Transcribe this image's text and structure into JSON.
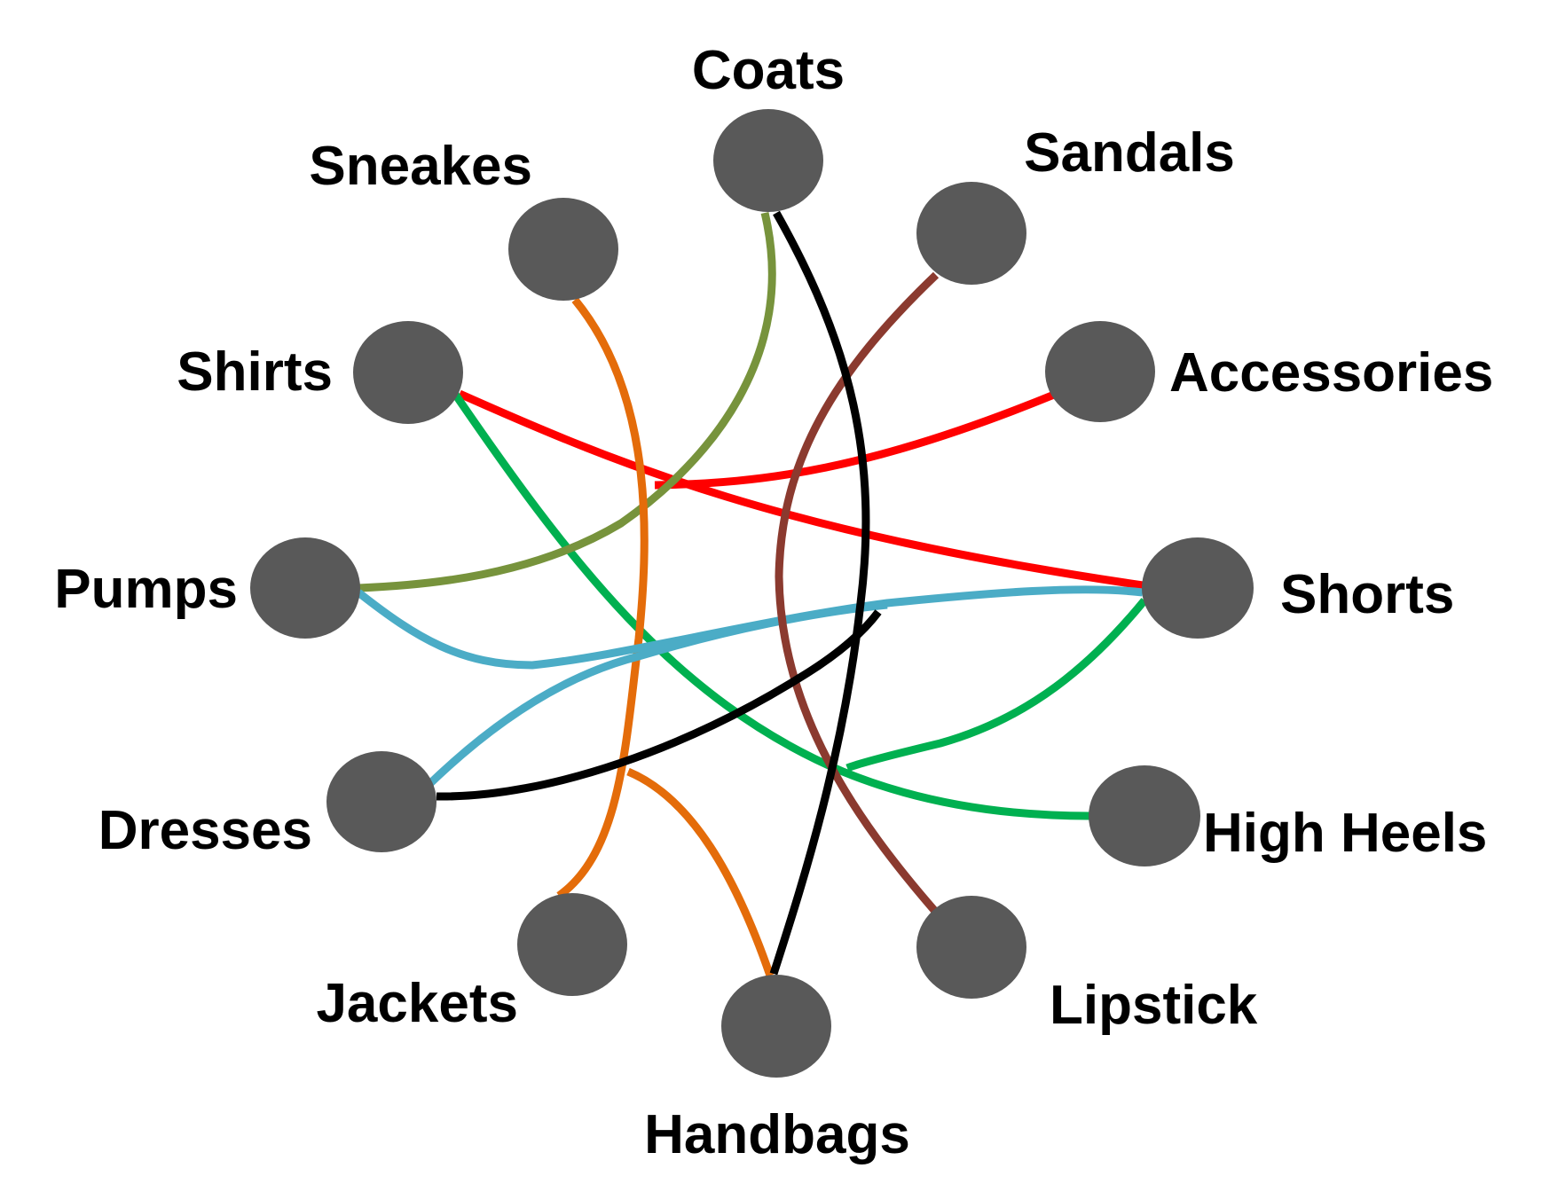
{
  "nodes": [
    {
      "id": "coats",
      "label": "Coats"
    },
    {
      "id": "sandals",
      "label": "Sandals"
    },
    {
      "id": "accessories",
      "label": "Accessories"
    },
    {
      "id": "shorts",
      "label": "Shorts"
    },
    {
      "id": "high_heels",
      "label": "High Heels"
    },
    {
      "id": "lipstick",
      "label": "Lipstick"
    },
    {
      "id": "handbags",
      "label": "Handbags"
    },
    {
      "id": "jackets",
      "label": "Jackets"
    },
    {
      "id": "dresses",
      "label": "Dresses"
    },
    {
      "id": "pumps",
      "label": "Pumps"
    },
    {
      "id": "shirts",
      "label": "Shirts"
    },
    {
      "id": "sneakes",
      "label": "Sneakes"
    }
  ],
  "edges": [
    {
      "from": "shirts",
      "to": "shorts",
      "color": "#ff0000"
    },
    {
      "from": "pumps",
      "to": "accessories",
      "color": "#ff0000"
    },
    {
      "from": "shirts",
      "to": "high_heels",
      "color": "#00b050"
    },
    {
      "from": "shorts",
      "to": "high_heels",
      "color": "#00b050"
    },
    {
      "from": "coats",
      "to": "pumps",
      "color": "#77933c"
    },
    {
      "from": "sneakes",
      "to": "jackets",
      "color": "#e46c0a"
    },
    {
      "from": "jackets",
      "to": "handbags",
      "color": "#e46c0a"
    },
    {
      "from": "pumps",
      "to": "shorts",
      "color": "#4bacc6"
    },
    {
      "from": "dresses",
      "to": "shorts",
      "color": "#4bacc6"
    },
    {
      "from": "sandals",
      "to": "lipstick",
      "color": "#8b3a2f"
    },
    {
      "from": "coats",
      "to": "handbags",
      "color": "#000000"
    },
    {
      "from": "dresses",
      "to": "shorts",
      "color": "#000000"
    }
  ],
  "colors": {
    "node_fill": "#595959",
    "label_text": "#000000"
  }
}
